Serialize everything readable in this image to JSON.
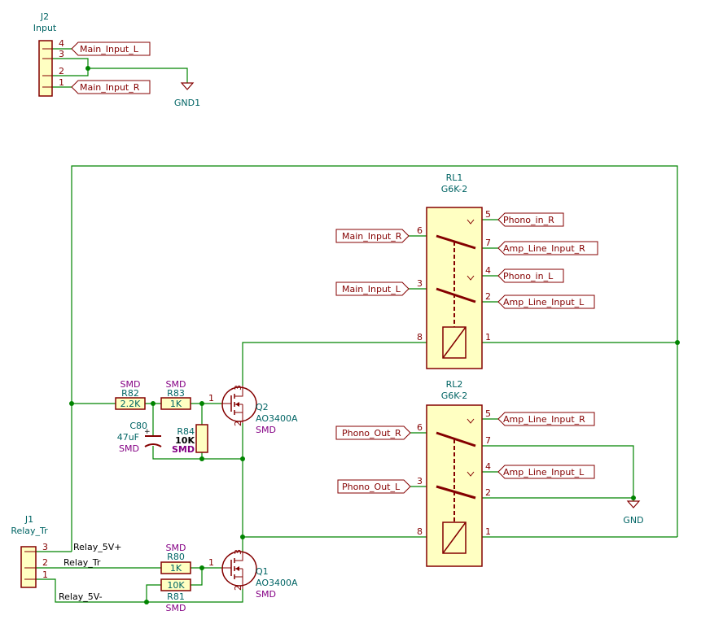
{
  "colors": {
    "wire": "#008400",
    "part_stroke": "#840000",
    "part_fill": "#ffffc2",
    "ref_text": "#006464",
    "value_text": "#006464",
    "footprint_text": "#840084"
  },
  "j2": {
    "ref": "J2",
    "value": "Input",
    "pins": [
      "4",
      "3",
      "2",
      "1"
    ]
  },
  "gnd1": {
    "label": "GND1"
  },
  "gnd": {
    "label": "GND"
  },
  "net_labels": {
    "main_input_l_j2": "Main_Input_L",
    "main_input_r_j2": "Main_Input_R",
    "main_input_r_rl1": "Main_Input_R",
    "main_input_l_rl1": "Main_Input_L",
    "phono_in_r": "Phono_in_R",
    "amp_line_input_r_rl1": "Amp_Line_Input_R",
    "phono_in_l": "Phono_in_L",
    "amp_line_input_l_rl1": "Amp_Line_Input_L",
    "phono_out_r": "Phono_Out_R",
    "phono_out_l": "Phono_Out_L",
    "amp_line_input_r_rl2": "Amp_Line_Input_R",
    "amp_line_input_l_rl2": "Amp_Line_Input_L"
  },
  "rl1": {
    "ref": "RL1",
    "value": "G6K-2",
    "pins": {
      "p6": "6",
      "p3": "3",
      "p8": "8",
      "p5": "5",
      "p7": "7",
      "p4": "4",
      "p2": "2",
      "p1": "1"
    }
  },
  "rl2": {
    "ref": "RL2",
    "value": "G6K-2",
    "pins": {
      "p6": "6",
      "p3": "3",
      "p8": "8",
      "p5": "5",
      "p7": "7",
      "p4": "4",
      "p2": "2",
      "p1": "1"
    }
  },
  "r82": {
    "ref": "R82",
    "value": "2.2K",
    "footprint": "SMD"
  },
  "r83": {
    "ref": "R83",
    "value": "1K",
    "footprint": "SMD"
  },
  "r84": {
    "ref": "R84",
    "value": "10K",
    "footprint": "SMD"
  },
  "r80": {
    "ref": "R80",
    "value": "1K",
    "footprint": "SMD"
  },
  "r81": {
    "ref": "R81",
    "value": "10K",
    "footprint": "SMD"
  },
  "c80": {
    "ref": "C80",
    "value": "47uF",
    "footprint": "SMD",
    "polarity": "+"
  },
  "q2": {
    "ref": "Q2",
    "value": "AO3400A",
    "footprint": "SMD",
    "pins": {
      "gate": "1",
      "drain": "3",
      "source": "2"
    }
  },
  "q1": {
    "ref": "Q1",
    "value": "AO3400A",
    "footprint": "SMD",
    "pins": {
      "gate": "1",
      "drain": "3",
      "source": "2"
    }
  },
  "j1": {
    "ref": "J1",
    "value": "Relay_Tr",
    "pins": [
      "3",
      "2",
      "1"
    ],
    "net_5v_plus": "Relay_5V+",
    "net_tr": "Relay_Tr",
    "net_5v_minus": "Relay_5V-"
  }
}
